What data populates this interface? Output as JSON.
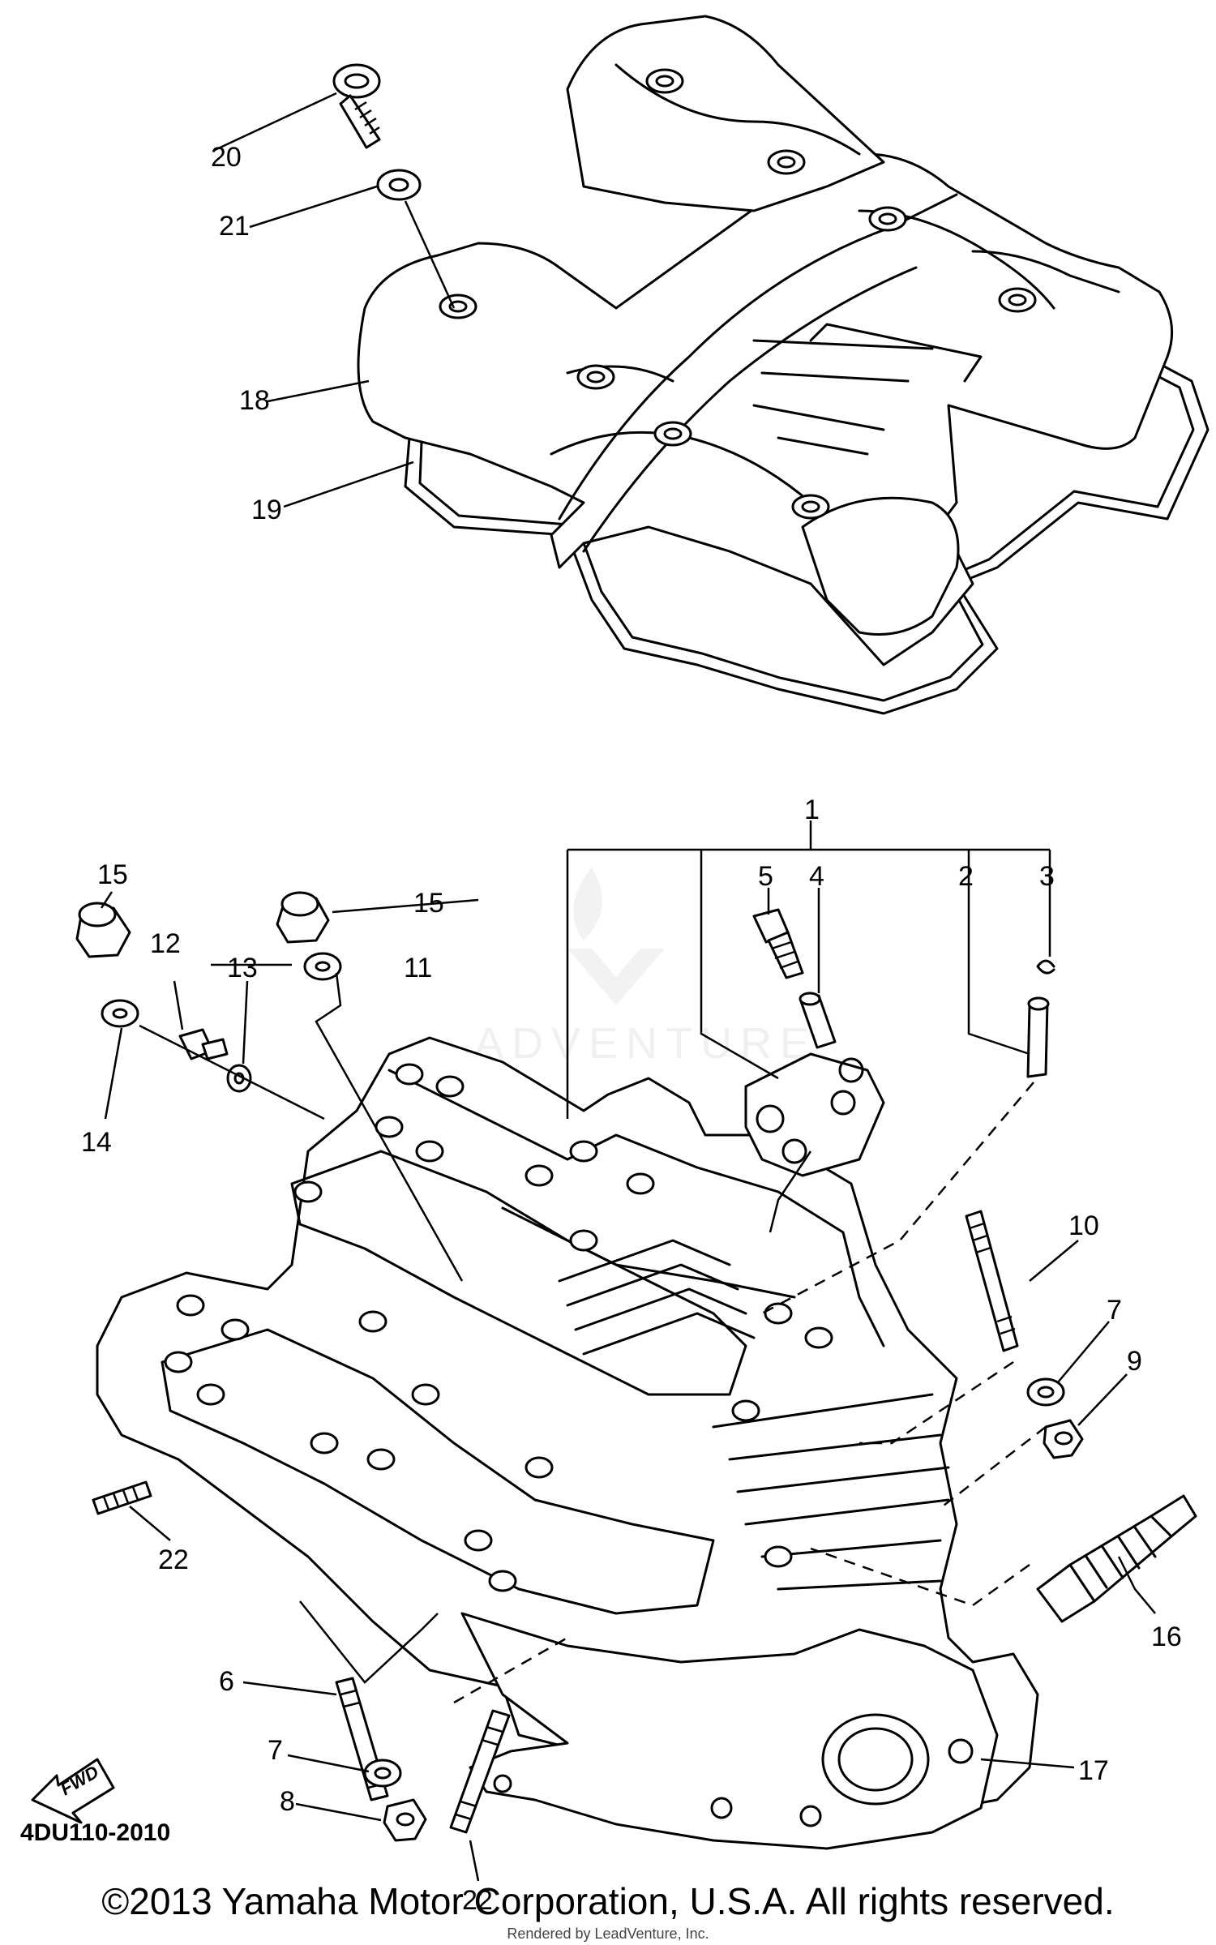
{
  "diagram": {
    "code": "4DU110-2010",
    "fwd_label": "FWD",
    "watermark_text": "ADVENTURE",
    "callouts": {
      "p1": "1",
      "p2": "2",
      "p3": "3",
      "p4": "4",
      "p5": "5",
      "p6": "6",
      "p7a": "7",
      "p7b": "7",
      "p8": "8",
      "p9": "9",
      "p10": "10",
      "p11": "11",
      "p12": "12",
      "p13": "13",
      "p14": "14",
      "p15a": "15",
      "p15b": "15",
      "p16": "16",
      "p17": "17",
      "p18": "18",
      "p19": "19",
      "p20": "20",
      "p21": "21",
      "p22a": "22",
      "p22b": "22"
    }
  },
  "footer": {
    "copyright": "©2013 Yamaha Motor Corporation, U.S.A. All rights reserved.",
    "rendered_by": "Rendered by LeadVenture, Inc."
  }
}
